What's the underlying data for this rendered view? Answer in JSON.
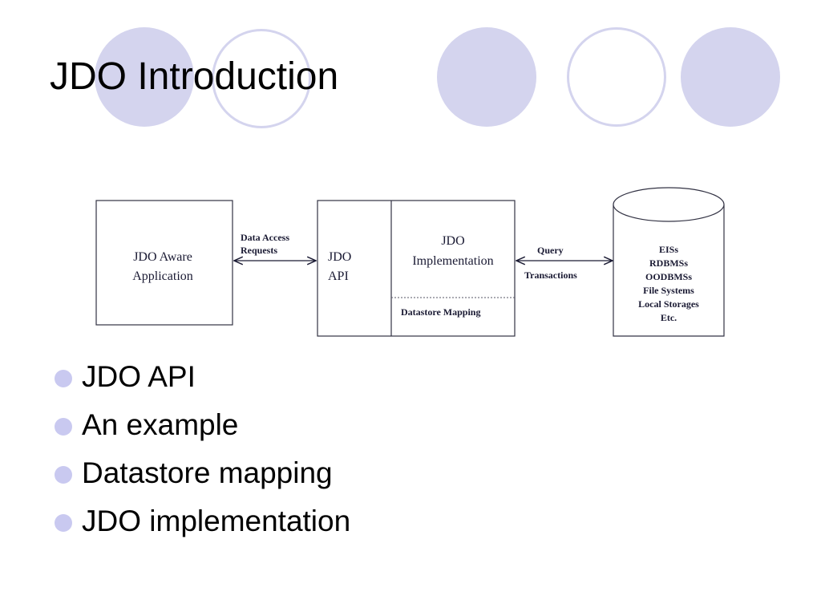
{
  "slide": {
    "title": "JDO Introduction",
    "accent_filled": "#d4d4ee",
    "accent_ring": "#d4d4ee"
  },
  "diagram": {
    "app_box": {
      "line1": "JDO Aware",
      "line2": "Application"
    },
    "data_access": {
      "line1": "Data Access",
      "line2": "Requests"
    },
    "api_box": {
      "line1": "JDO",
      "line2": "API"
    },
    "impl_box": {
      "line1": "JDO",
      "line2": "Implementation",
      "mapping": "Datastore Mapping"
    },
    "query_label": "Query",
    "transactions_label": "Transactions",
    "store_items": [
      "EISs",
      "RDBMSs",
      "OODBMSs",
      "File Systems",
      "Local Storages",
      "Etc."
    ]
  },
  "bullets": [
    {
      "text": "JDO API"
    },
    {
      "text": "An example"
    },
    {
      "text": "Datastore mapping"
    },
    {
      "text": "JDO implementation"
    }
  ]
}
